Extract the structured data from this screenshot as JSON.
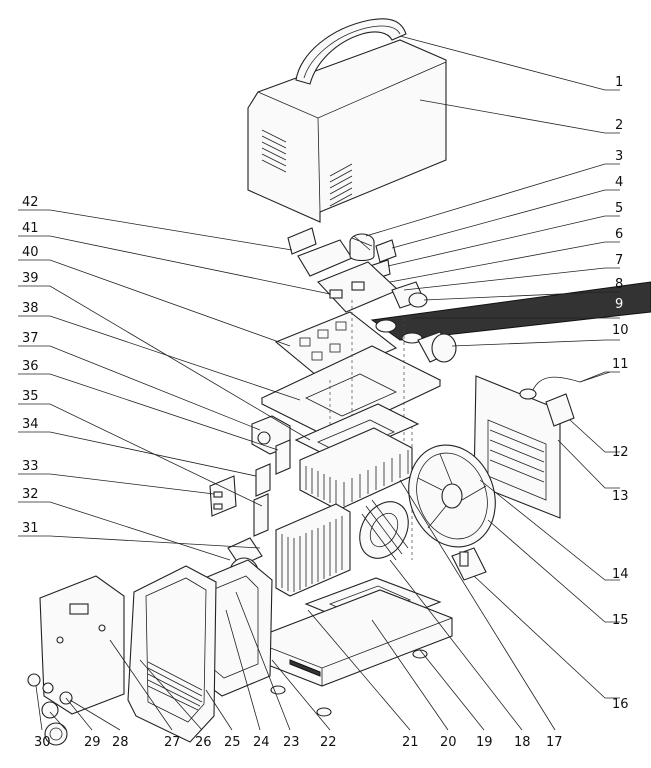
{
  "labels": [
    "1",
    "2",
    "3",
    "4",
    "5",
    "6",
    "7",
    "8",
    "9",
    "10",
    "11",
    "12",
    "13",
    "14",
    "15",
    "16",
    "17",
    "18",
    "19",
    "20",
    "21",
    "22",
    "23",
    "24",
    "25",
    "26",
    "27",
    "28",
    "29",
    "30",
    "31",
    "32",
    "33",
    "34",
    "35",
    "36",
    "37",
    "38",
    "39",
    "40",
    "41",
    "42"
  ]
}
